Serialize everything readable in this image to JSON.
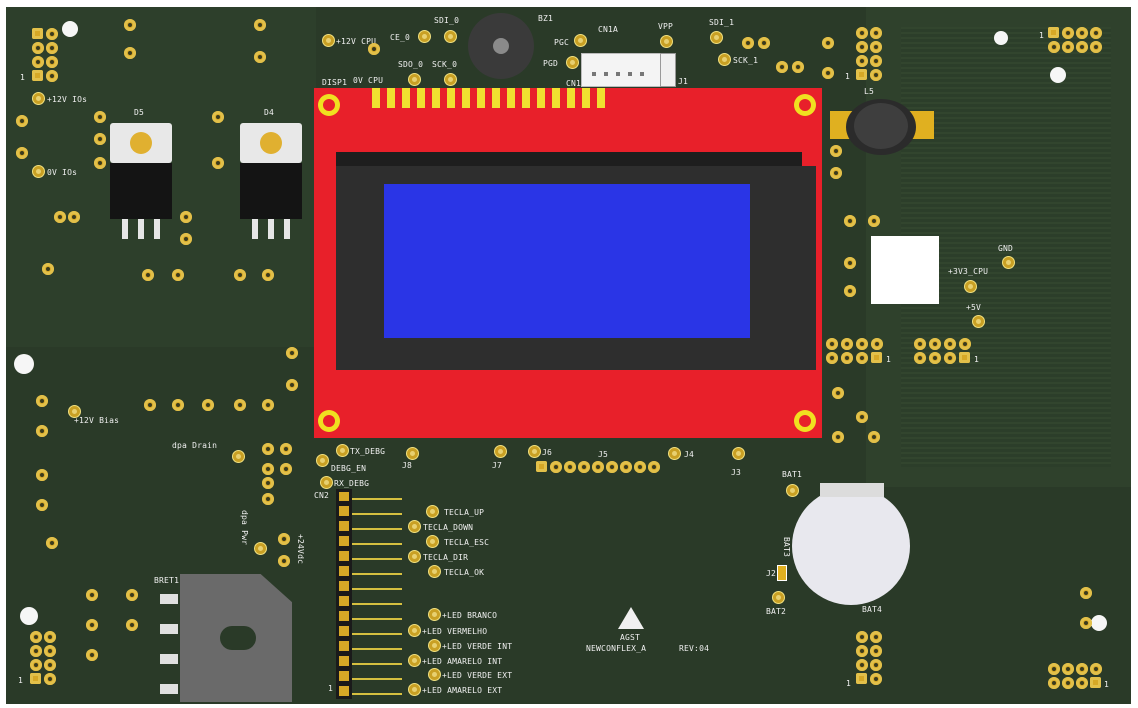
{
  "board": {
    "name": "NEWCONFLEX_A",
    "revision": "REV:04",
    "logo_text": "AGST",
    "colors": {
      "pcb": "#2a3a28",
      "pad": "#d6a826",
      "lcd_frame": "#e8202a",
      "lcd_screen": "#2a35e6"
    }
  },
  "labels": {
    "bz1": "BZ1",
    "sdi_0": "SDI_0",
    "v12_cpu": "+12V CPU",
    "ce_0": "CE_0",
    "sdo_0": "SDO_0",
    "sck_0": "SCK_0",
    "zero_v_cpu": "0V CPU",
    "disp1": "DISP1",
    "cn1a": "CN1A",
    "vpp": "VPP",
    "pgc": "PGC",
    "pgd": "PGD",
    "cn1": "CN1",
    "j1": "J1",
    "sdi_1": "SDI_1",
    "sck_1": "SCK_1",
    "l5": "L5",
    "v12_ios": "+12V IOs",
    "zero_v_ios": "0V IOs",
    "d5": "D5",
    "d4": "D4",
    "gnd": "GND",
    "v3u3_cpu": "+3V3_CPU",
    "v5": "+5V",
    "v12_bias": "+12V Bias",
    "dpa_drain": "dpa Drain",
    "tx_debg": "TX_DEBG",
    "debg_en": "DEBG_EN",
    "rx_debg": "RX_DEBG",
    "j8": "J8",
    "j7": "J7",
    "j6": "J6",
    "j5": "J5",
    "j4": "J4",
    "j3": "J3",
    "cn2": "CN2",
    "bat1": "BAT1",
    "bat2": "BAT2",
    "bat3": "BAT3",
    "bat4": "BAT4",
    "j2": "J2",
    "bridge": "BRET1",
    "v24dc": "+24Vdc",
    "pwr_dpa": "dpa Pwr",
    "one": "1"
  },
  "buttons": [
    {
      "label": "TECLA_UP"
    },
    {
      "label": "TECLA_DOWN"
    },
    {
      "label": "TECLA_ESC"
    },
    {
      "label": "TECLA_DIR"
    },
    {
      "label": "TECLA_OK"
    }
  ],
  "leds": [
    {
      "label": "+LED BRANCO"
    },
    {
      "label": "+LED VERMELHO"
    },
    {
      "label": "+LED VERDE INT"
    },
    {
      "label": "+LED AMARELO INT"
    },
    {
      "label": "+LED VERDE EXT"
    },
    {
      "label": "+LED AMARELO EXT"
    }
  ]
}
